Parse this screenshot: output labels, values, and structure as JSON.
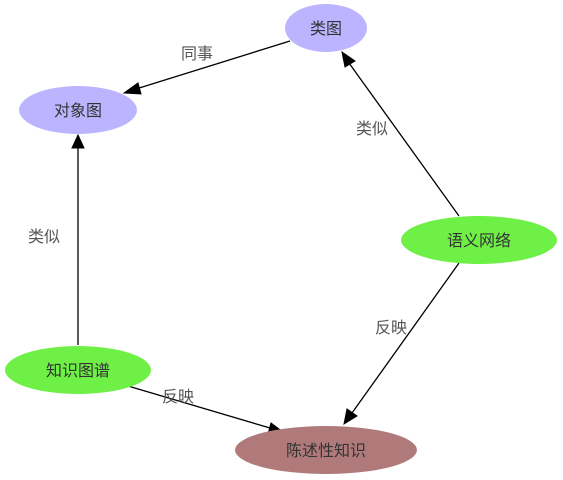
{
  "nodes": {
    "class_diagram": {
      "label": "类图",
      "color": "#bdb4ff"
    },
    "object_diagram": {
      "label": "对象图",
      "color": "#bdb4ff"
    },
    "semantic_network": {
      "label": "语义网络",
      "color": "#6ef046"
    },
    "knowledge_graph": {
      "label": "知识图谱",
      "color": "#6ef046"
    },
    "declarative_knowledge": {
      "label": "陈述性知识",
      "color": "#b07a7a"
    }
  },
  "edges": {
    "class_to_object": {
      "label": "同事"
    },
    "semantic_to_class": {
      "label": "类似"
    },
    "knowledge_to_object": {
      "label": "类似"
    },
    "semantic_to_declarative": {
      "label": "反映"
    },
    "knowledge_to_declarative": {
      "label": "反映"
    }
  }
}
